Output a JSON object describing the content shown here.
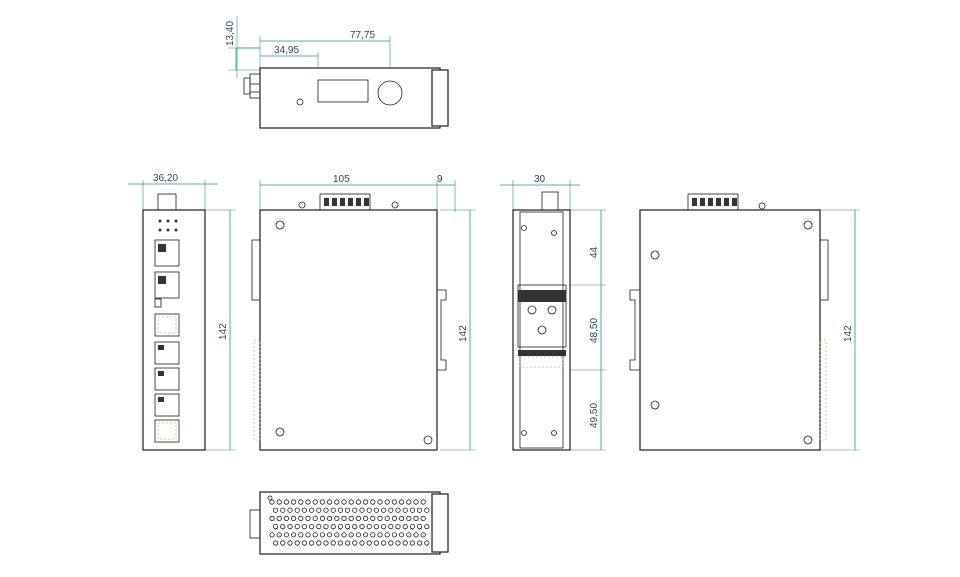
{
  "drawing": {
    "dimensions": {
      "top_offset": "13,40",
      "top_short": "34,95",
      "top_long": "77,75",
      "front_width": "36,20",
      "front_height": "142",
      "side_width": "105",
      "side_rail": "9",
      "side_height": "142",
      "rear_width": "30",
      "rear_seg1": "44",
      "rear_seg2": "48,50",
      "rear_seg3": "49,50",
      "other_height": "142"
    }
  }
}
